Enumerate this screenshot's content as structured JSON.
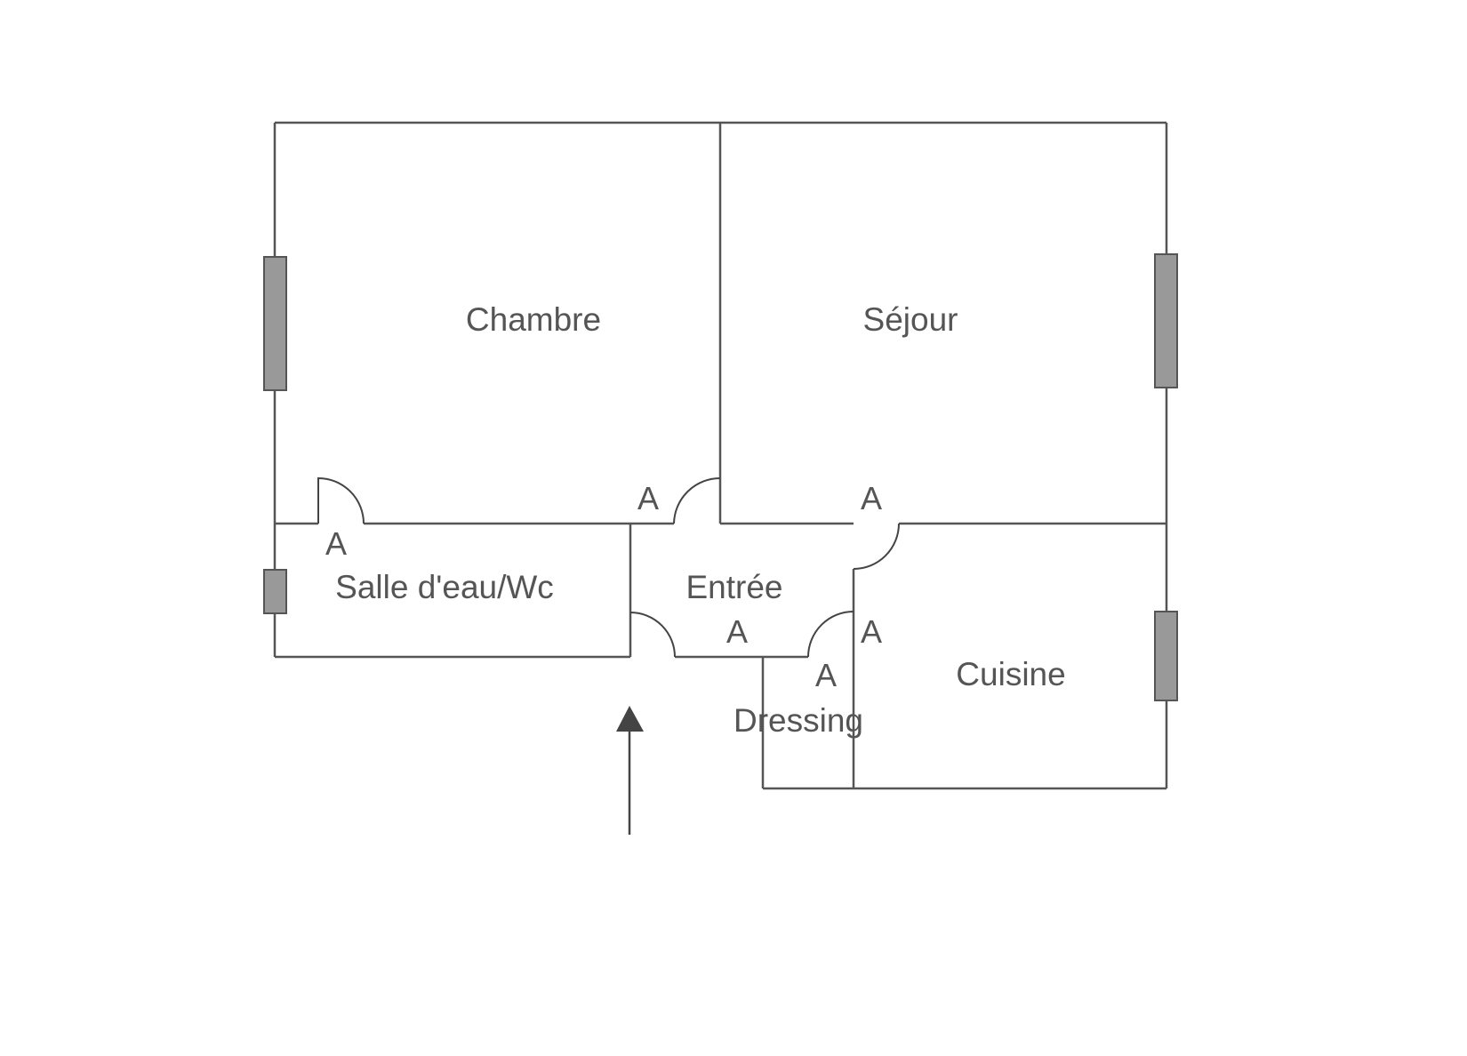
{
  "rooms": {
    "chambre": "Chambre",
    "sejour": "Séjour",
    "salle": "Salle d'eau/Wc",
    "entree": "Entrée",
    "cuisine": "Cuisine",
    "dressing": "Dressing"
  },
  "door_marks": [
    "A",
    "A",
    "A",
    "A",
    "A",
    "A"
  ],
  "colors": {
    "wall": "#555555",
    "window": "#999999",
    "text": "#555555"
  }
}
